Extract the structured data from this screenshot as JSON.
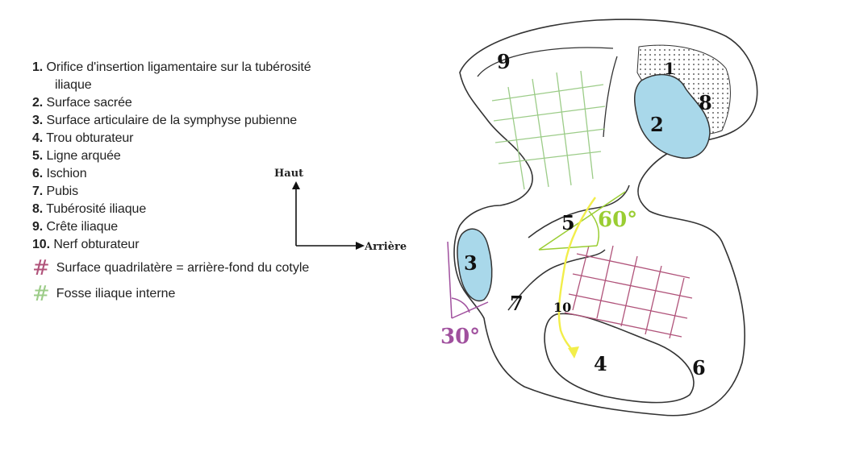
{
  "legend": {
    "items": [
      {
        "number": "1.",
        "text": "Orifice d'insertion ligamentaire sur la tubérosité",
        "continuation": "iliaque"
      },
      {
        "number": "2.",
        "text": "Surface sacrée"
      },
      {
        "number": "3.",
        "text": "Surface articulaire de la symphyse pubienne"
      },
      {
        "number": "4.",
        "text": "Trou obturateur"
      },
      {
        "number": "5.",
        "text": "Ligne arquée"
      },
      {
        "number": "6.",
        "text": "Ischion"
      },
      {
        "number": "7.",
        "text": "Pubis"
      },
      {
        "number": "8.",
        "text": "Tubérosité iliaque"
      },
      {
        "number": "9.",
        "text": "Crête iliaque"
      },
      {
        "number": "10.",
        "text": " Nerf obturateur"
      }
    ],
    "hatch_keys": [
      {
        "symbol": "#",
        "text": "Surface quadrilatère = arrière-fond du cotyle",
        "color": "#b0537a"
      },
      {
        "symbol": "#",
        "text": "Fosse iliaque interne",
        "color": "#9ccc88"
      }
    ]
  },
  "orientation": {
    "up_label": "Haut",
    "right_label": "Arrière"
  },
  "diagram": {
    "labels": {
      "l1": "1",
      "l2": "2",
      "l3": "3",
      "l4": "4",
      "l5": "5",
      "l6": "6",
      "l7": "7",
      "l8": "8",
      "l9": "9",
      "l10": "10"
    },
    "angles": {
      "green": "60°",
      "purple": "30°"
    },
    "colors": {
      "articular_blue": "#a9d8ea",
      "quadrilateral_hatch": "#b0537a",
      "iliac_fossa_hatch": "#9ccc88",
      "angle_green": "#9acd32",
      "angle_purple": "#a0509e",
      "nerve_yellow": "#f2ee4a"
    }
  }
}
